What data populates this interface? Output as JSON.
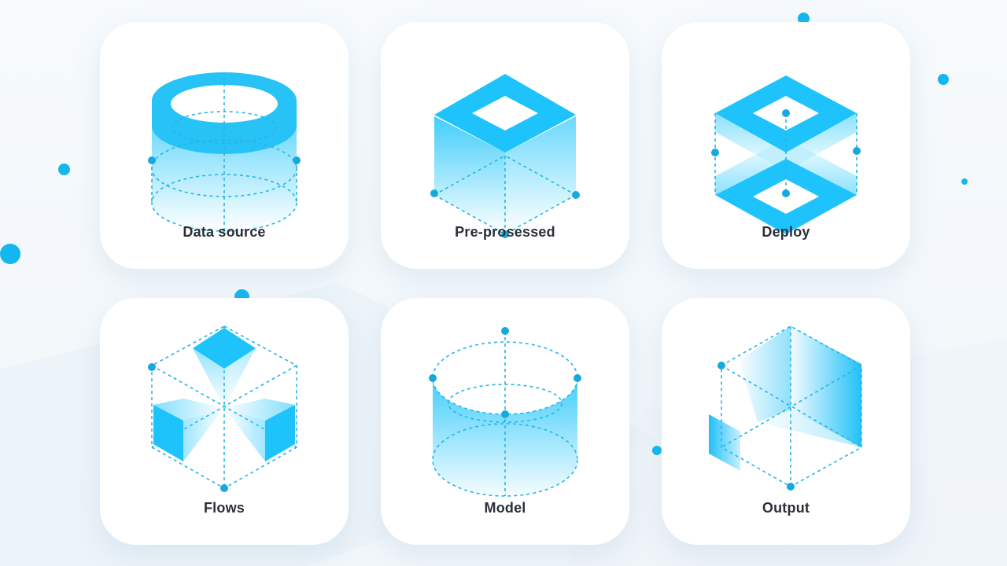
{
  "accent_color": "#1ec6ff",
  "cards": [
    {
      "label": "Data source",
      "icon": "cylinder-ring-icon"
    },
    {
      "label": "Pre-prosessed",
      "icon": "hex-frame-icon"
    },
    {
      "label": "Deploy",
      "icon": "stacked-diamonds-icon"
    },
    {
      "label": "Flows",
      "icon": "exploded-cube-icon"
    },
    {
      "label": "Model",
      "icon": "open-cylinder-icon"
    },
    {
      "label": "Output",
      "icon": "projected-panel-icon"
    }
  ]
}
